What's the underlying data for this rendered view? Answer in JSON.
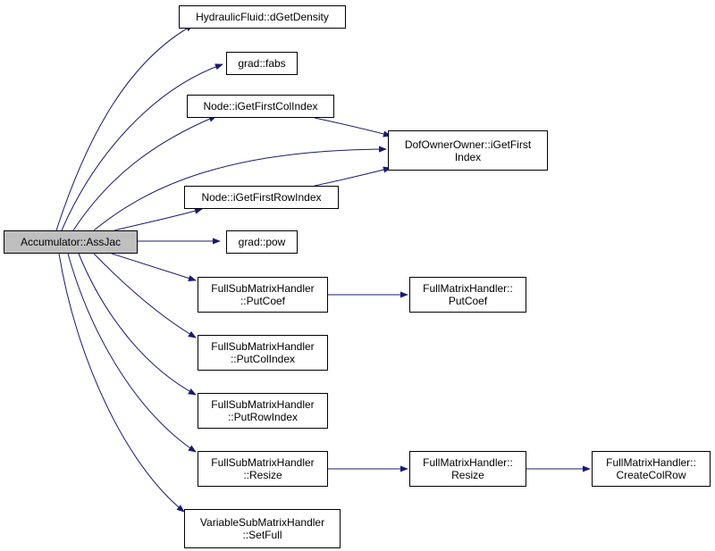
{
  "colors": {
    "edge": "#191970",
    "root_fill": "#bfbfbf",
    "node_fill": "#ffffff",
    "border": "#000000"
  },
  "nodes": {
    "root": {
      "lines": [
        "Accumulator::AssJac"
      ]
    },
    "dgetdensity": {
      "lines": [
        "HydraulicFluid::dGetDensity"
      ]
    },
    "fabs": {
      "lines": [
        "grad::fabs"
      ]
    },
    "getfirstcol": {
      "lines": [
        "Node::iGetFirstColIndex"
      ]
    },
    "dofowner": {
      "lines": [
        "DofOwnerOwner::iGetFirst",
        "Index"
      ]
    },
    "getfirstrow": {
      "lines": [
        "Node::iGetFirstRowIndex"
      ]
    },
    "pow": {
      "lines": [
        "grad::pow"
      ]
    },
    "fsm_putcoef": {
      "lines": [
        "FullSubMatrixHandler",
        "::PutCoef"
      ]
    },
    "fm_putcoef": {
      "lines": [
        "FullMatrixHandler::",
        "PutCoef"
      ]
    },
    "fsm_putcolindex": {
      "lines": [
        "FullSubMatrixHandler",
        "::PutColIndex"
      ]
    },
    "fsm_putrowindex": {
      "lines": [
        "FullSubMatrixHandler",
        "::PutRowIndex"
      ]
    },
    "fsm_resize": {
      "lines": [
        "FullSubMatrixHandler",
        "::Resize"
      ]
    },
    "fm_resize": {
      "lines": [
        "FullMatrixHandler::",
        "Resize"
      ]
    },
    "fm_createcolrow": {
      "lines": [
        "FullMatrixHandler::",
        "CreateColRow"
      ]
    },
    "vsm_setfull": {
      "lines": [
        "VariableSubMatrixHandler",
        "::SetFull"
      ]
    }
  }
}
